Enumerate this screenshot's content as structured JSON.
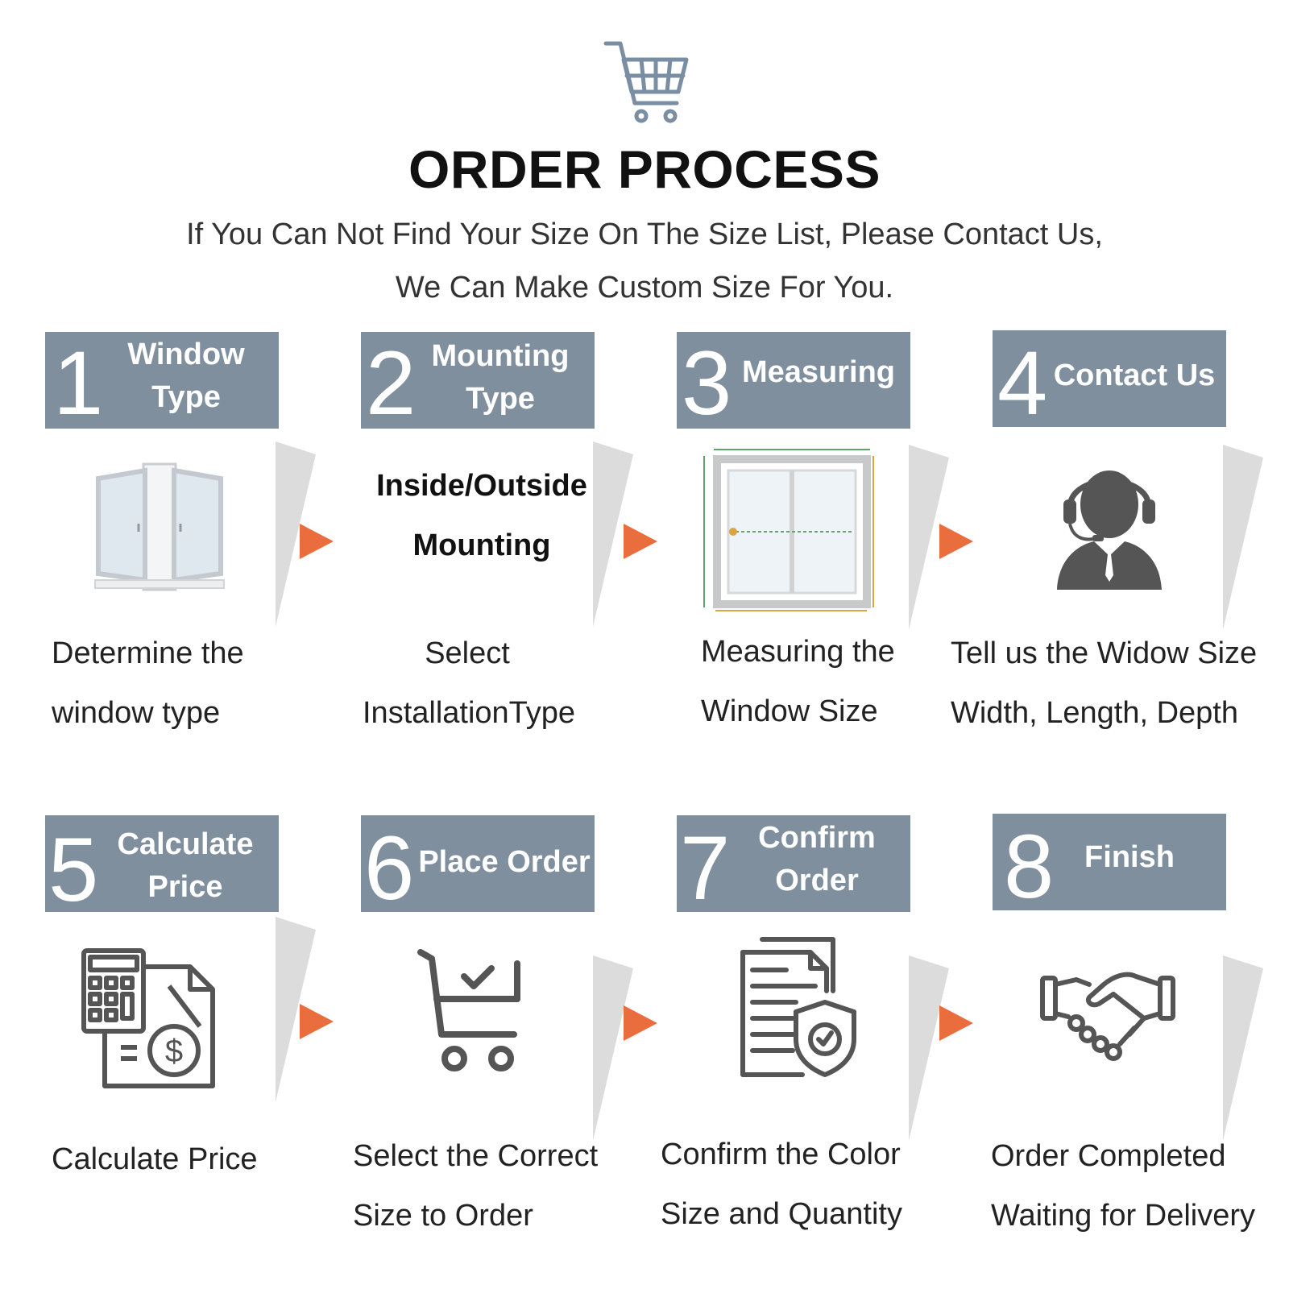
{
  "title": "ORDER PROCESS",
  "subtitle_line1": "If You Can Not Find Your Size On The Size List, Please Contact Us,",
  "subtitle_line2": "We Can Make Custom Size For You.",
  "colors": {
    "header_bg": "#7f8f9e",
    "arrow": "#ea6d3e",
    "icon_gray": "#555555"
  },
  "steps": [
    {
      "number": "1",
      "title_line1": "Window",
      "title_line2": "Type",
      "icon": "window-icon",
      "caption_line1": "Determine the",
      "caption_line2": "window type"
    },
    {
      "number": "2",
      "title_line1": "Mounting",
      "title_line2": "Type",
      "icon": "mounting-text",
      "mount_line1": "Inside/Outside",
      "mount_line2": "Mounting",
      "caption_line1": "Select",
      "caption_line2": "InstallationType"
    },
    {
      "number": "3",
      "title_line1": "Measuring",
      "icon": "measuring-window-icon",
      "caption_line1": "Measuring the",
      "caption_line2": "Window Size"
    },
    {
      "number": "4",
      "title_line1": "Contact Us",
      "icon": "customer-service-icon",
      "caption_line1": "Tell us the Widow Size",
      "caption_line2": "Width, Length, Depth"
    },
    {
      "number": "5",
      "title_line1": "Calculate",
      "title_line2": "Price",
      "icon": "calculator-icon",
      "caption_line1": "Calculate Price"
    },
    {
      "number": "6",
      "title_line1": "Place Order",
      "icon": "shopping-cart-check-icon",
      "caption_line1": "Select the Correct",
      "caption_line2": "Size to Order"
    },
    {
      "number": "7",
      "title_line1": "Confirm",
      "title_line2": "Order",
      "icon": "document-shield-icon",
      "caption_line1": "Confirm the Color",
      "caption_line2": "Size and Quantity"
    },
    {
      "number": "8",
      "title_line1": "Finish",
      "icon": "handshake-icon",
      "caption_line1": "Order Completed",
      "caption_line2": "Waiting for Delivery"
    }
  ]
}
